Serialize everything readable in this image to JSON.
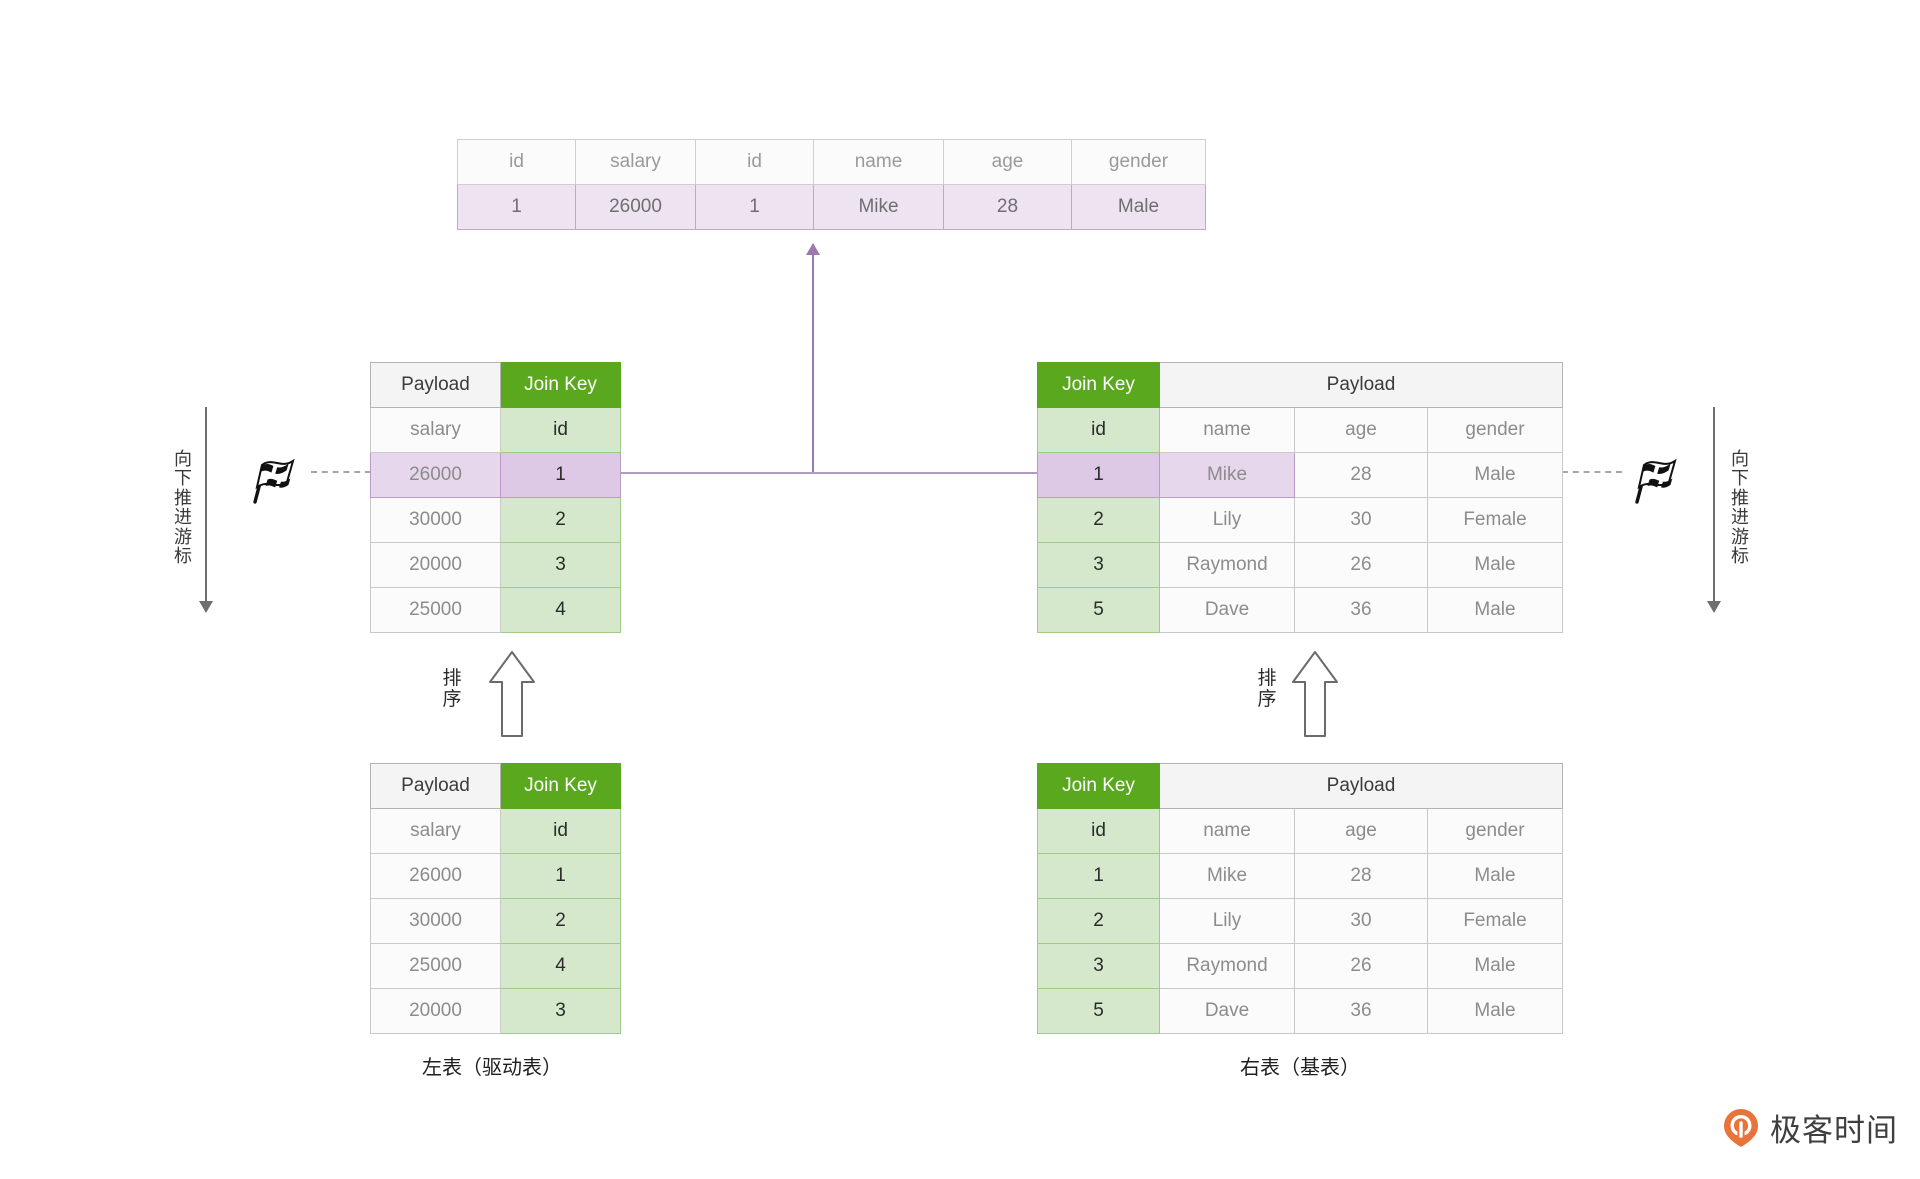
{
  "result_table": {
    "name": "joined-result-table",
    "headers": [
      "id",
      "salary",
      "id",
      "name",
      "age",
      "gender"
    ],
    "rows": [
      [
        "1",
        "26000",
        "1",
        "Mike",
        "28",
        "Male"
      ]
    ]
  },
  "left_sorted_table": {
    "name": "left-sorted-table",
    "group_headers": {
      "payload": "Payload",
      "join_key": "Join Key"
    },
    "sub_headers": {
      "payload": "salary",
      "join_key": "id"
    },
    "rows": [
      {
        "salary": "26000",
        "id": "1",
        "highlight": true
      },
      {
        "salary": "30000",
        "id": "2",
        "highlight": false
      },
      {
        "salary": "20000",
        "id": "3",
        "highlight": false
      },
      {
        "salary": "25000",
        "id": "4",
        "highlight": false
      }
    ]
  },
  "right_sorted_table": {
    "name": "right-sorted-table",
    "group_headers": {
      "join_key": "Join Key",
      "payload": "Payload"
    },
    "sub_headers": {
      "id": "id",
      "name": "name",
      "age": "age",
      "gender": "gender"
    },
    "rows": [
      {
        "id": "1",
        "name": "Mike",
        "age": "28",
        "gender": "Male",
        "highlight": true
      },
      {
        "id": "2",
        "name": "Lily",
        "age": "30",
        "gender": "Female",
        "highlight": false
      },
      {
        "id": "3",
        "name": "Raymond",
        "age": "26",
        "gender": "Male",
        "highlight": false
      },
      {
        "id": "5",
        "name": "Dave",
        "age": "36",
        "gender": "Male",
        "highlight": false
      }
    ]
  },
  "left_source_table": {
    "name": "left-source-table",
    "group_headers": {
      "payload": "Payload",
      "join_key": "Join Key"
    },
    "sub_headers": {
      "payload": "salary",
      "join_key": "id"
    },
    "rows": [
      {
        "salary": "26000",
        "id": "1"
      },
      {
        "salary": "30000",
        "id": "2"
      },
      {
        "salary": "25000",
        "id": "4"
      },
      {
        "salary": "20000",
        "id": "3"
      }
    ]
  },
  "right_source_table": {
    "name": "right-source-table",
    "group_headers": {
      "join_key": "Join Key",
      "payload": "Payload"
    },
    "sub_headers": {
      "id": "id",
      "name": "name",
      "age": "age",
      "gender": "gender"
    },
    "rows": [
      {
        "id": "1",
        "name": "Mike",
        "age": "28",
        "gender": "Male"
      },
      {
        "id": "2",
        "name": "Lily",
        "age": "30",
        "gender": "Female"
      },
      {
        "id": "3",
        "name": "Raymond",
        "age": "26",
        "gender": "Male"
      },
      {
        "id": "5",
        "name": "Dave",
        "age": "36",
        "gender": "Male"
      }
    ]
  },
  "annotations": {
    "cursor_label_left": "向下推进游标",
    "cursor_label_right": "向下推进游标",
    "sort_label_left": "排序",
    "sort_label_right": "排序",
    "caption_left": "左表（驱动表）",
    "caption_right": "右表（基表）"
  },
  "brand": {
    "text": "极客时间",
    "icon": "geektime-logo-icon"
  },
  "colors": {
    "join_key_header": "#5aa81e",
    "join_key_cell": "#d6e8cc",
    "match_highlight": "#e6d7ec",
    "match_highlight_key": "#ddc9e6",
    "connector": "#9b79ae",
    "brand_accent": "#e8743b"
  }
}
